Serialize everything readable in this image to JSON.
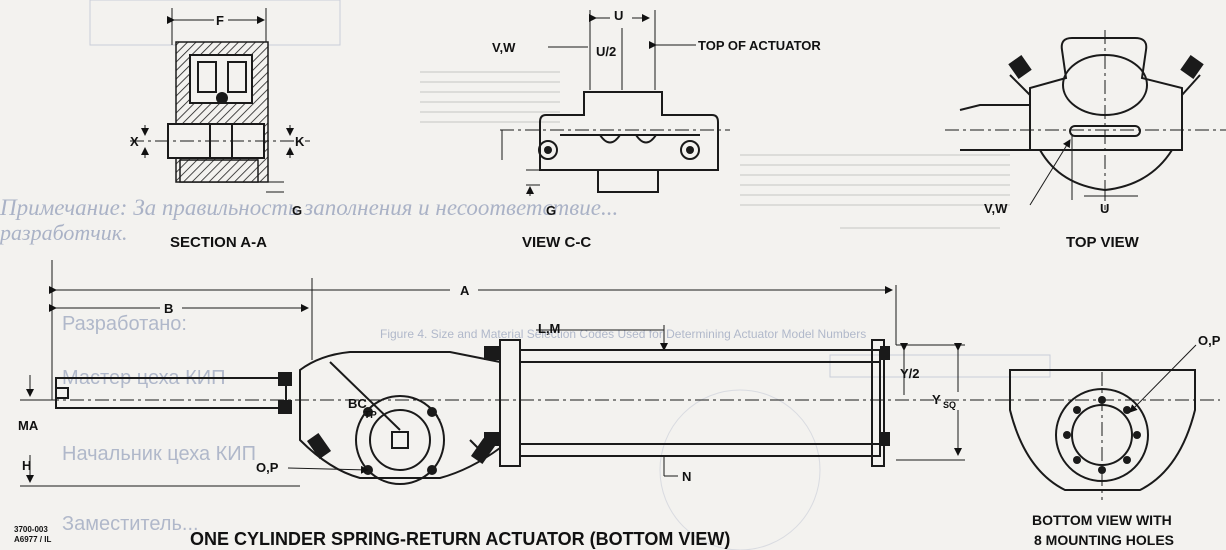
{
  "captions": {
    "section_aa": "SECTION A-A",
    "view_cc": "VIEW C-C",
    "top_view": "TOP VIEW",
    "main_view": "ONE CYLINDER SPRING-RETURN ACTUATOR (BOTTOM VIEW)",
    "bottom_view_line1": "BOTTOM VIEW WITH",
    "bottom_view_line2": "8 MOUNTING HOLES"
  },
  "dimensions": {
    "F": "F",
    "X": "X",
    "K": "K",
    "G_sec": "G",
    "U_cc": "U",
    "U2": "U/2",
    "VW_cc": "V,W",
    "top_actuator": "TOP OF ACTUATOR",
    "G_cc": "G",
    "VW_top": "V,W",
    "U_top": "U",
    "A": "A",
    "B": "B",
    "LM": "L,M",
    "Y2": "Y/2",
    "YSQ": "Y",
    "YSQ_sub": "SQ",
    "MA": "MA",
    "H": "H",
    "BC": "BC",
    "TP": "TP",
    "OP_main": "O,P",
    "N": "N",
    "OP_bottom": "O,P"
  },
  "drawing_number": {
    "line1": "3700-003",
    "line2": "A6977 / IL"
  },
  "bleed_through_text": {
    "note": "Примечание: За правильность заполнения и несоответствие...",
    "note_cont": "разработчик.",
    "developed": "Разработано:",
    "master": "Мастер цеха КИП",
    "chief": "Начальник цеха КИП",
    "deputy": "Заместитель...",
    "figure_caption": "Figure 4. Size and Material Selection Codes Used for Determining Actuator Model Numbers"
  }
}
